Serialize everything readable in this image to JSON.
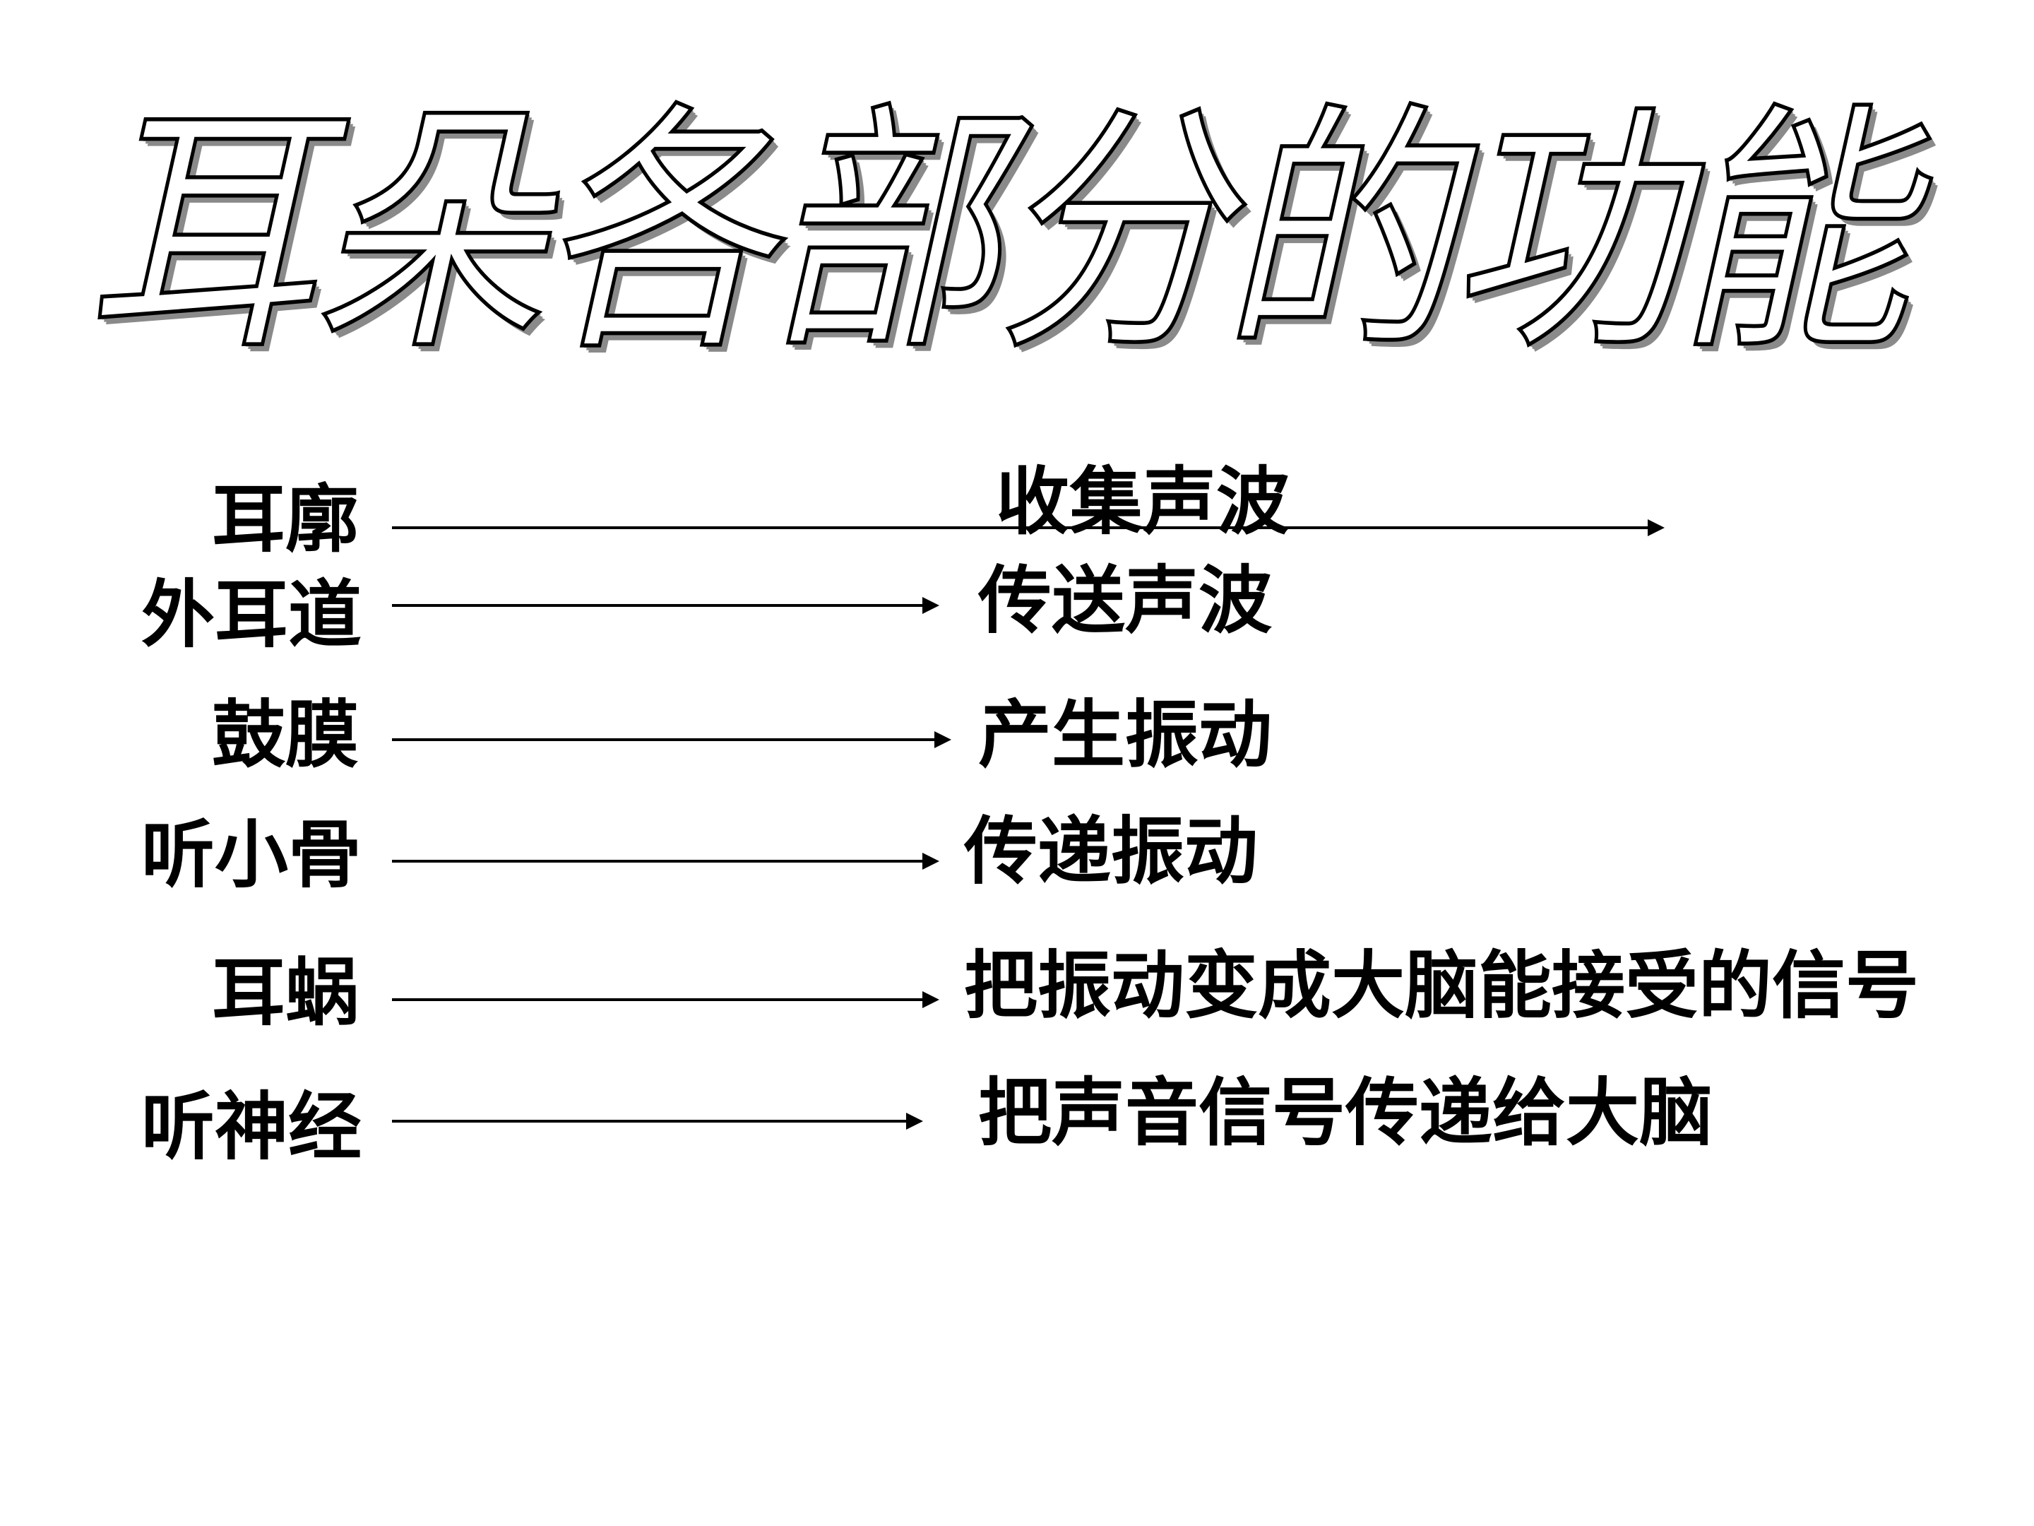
{
  "title": "耳朵各部分的功能",
  "rows": [
    {
      "part": "耳廓",
      "function": "收集声波"
    },
    {
      "part": "外耳道",
      "function": "传送声波"
    },
    {
      "part": "鼓膜",
      "function": "产生振动"
    },
    {
      "part": "听小骨",
      "function": "传递振动"
    },
    {
      "part": "耳蜗",
      "function": "把振动变成大脑能接受的信号"
    },
    {
      "part": "听神经",
      "function": "把声音信号传递给大脑"
    }
  ]
}
